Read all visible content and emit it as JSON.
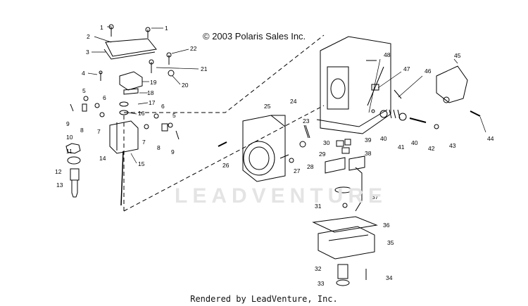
{
  "copyright": "© 2003 Polaris Sales Inc.",
  "watermark": "LEADVENTURE",
  "footer": "Rendered by LeadVenture, Inc.",
  "callouts": [
    "1",
    "1",
    "2",
    "3",
    "22",
    "21",
    "4",
    "19",
    "20",
    "18",
    "5",
    "6",
    "17",
    "16",
    "7",
    "8",
    "9",
    "6",
    "5",
    "7",
    "8",
    "9",
    "10",
    "11",
    "14",
    "15",
    "12",
    "13",
    "25",
    "24",
    "23",
    "26",
    "27",
    "28",
    "29",
    "30",
    "39",
    "38",
    "48",
    "47",
    "46",
    "45",
    "40",
    "41",
    "40",
    "42",
    "43",
    "44",
    "37",
    "31",
    "36",
    "35",
    "32",
    "33",
    "34"
  ]
}
